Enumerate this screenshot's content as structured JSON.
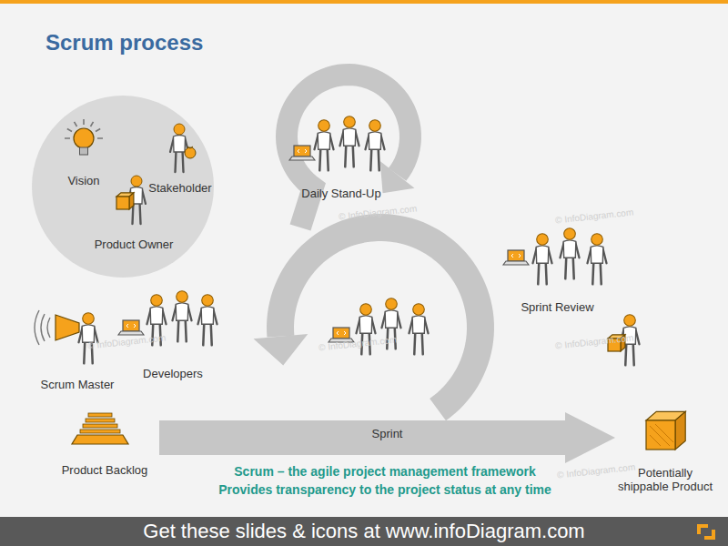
{
  "diagram": {
    "title": "Scrum process",
    "caption": "Scrum – the agile project management framework",
    "nodes": [
      {
        "text": []
      },
      {
        "text": [
          "Vision"
        ],
        "in": 0
      },
      {
        "text": [
          "Stakeholder"
        ],
        "in": 0
      },
      {
        "text": [
          "Product Owner"
        ],
        "in": 0
      },
      {
        "text": [
          "Daily Stand-Up"
        ]
      },
      {
        "text": [
          "Sprint Review"
        ]
      },
      {
        "text": [
          "Scrum Master"
        ]
      },
      {
        "text": [
          "Developers"
        ]
      },
      {
        "text": [
          "Product Backlog"
        ]
      },
      {
        "text": [
          "Potentially shippable Product"
        ]
      }
    ],
    "edges": [
      {
        "from": 8,
        "to": 9,
        "label": "Sprint",
        "arrow": "to"
      }
    ],
    "labels": [
      "Provides transparency to the project status at any time",
      "Get these slides & icons at www.infoDiagram.com",
      "© InfoDiagram.com",
      "© InfoDiagram.com",
      "© InfoDiagram.com",
      "© InfoDiagram.com",
      "© InfoDiagram.com",
      "© InfoDiagram.com"
    ]
  }
}
